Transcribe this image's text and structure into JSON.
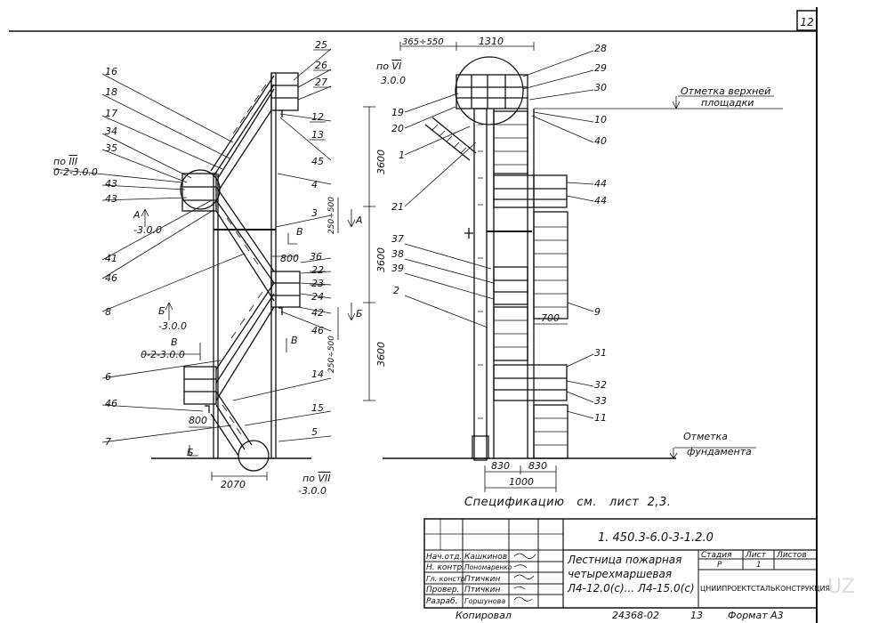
{
  "sheet": {
    "number": "12"
  },
  "callouts_left": [
    "16",
    "18",
    "17",
    "34",
    "35",
    "43",
    "43",
    "41",
    "46",
    "8",
    "6",
    "46",
    "7"
  ],
  "callouts_left_ref": {
    "po": "по",
    "sect": "III",
    "doc": "0-2-3.0.0"
  },
  "callouts_center": [
    "25",
    "26",
    "27",
    "12",
    "13",
    "45",
    "4",
    "3",
    "36",
    "22",
    "23",
    "24",
    "42",
    "46",
    "14",
    "15",
    "5"
  ],
  "callouts_right": [
    "28",
    "29",
    "30",
    "10",
    "40",
    "44",
    "44",
    "9",
    "31",
    "32",
    "33",
    "11"
  ],
  "callouts_mid": [
    "19",
    "20",
    "1",
    "21",
    "37",
    "38",
    "39",
    "2"
  ],
  "refs": {
    "po": "по",
    "r_vi": "VI",
    "r_vi_doc": "3.0.0",
    "r_vii": "VII",
    "r_vii_doc": "-3.0.0",
    "a_left": "А",
    "a_val": "-3.0.0",
    "b_left": "Б",
    "b_val": "-3.0.0",
    "v_left": "В",
    "v_doc": "0-2-3.0.0",
    "v_mark": "В",
    "a_mark": "А",
    "b_mark": "Б"
  },
  "dims": {
    "h1": "3600",
    "h2": "3600",
    "h3": "3600",
    "d250_500a": "250÷500",
    "d250_500b": "250÷500",
    "w800a": "800",
    "w800b": "800",
    "w2070": "2070",
    "w365_550": "365÷550",
    "w1310": "1310",
    "w700": "700",
    "w830a": "830",
    "w830b": "830",
    "w1000": "1000"
  },
  "marks": {
    "top_line1": "Отметка верхней",
    "top_line2": "площадки",
    "found_line1": "Отметка",
    "found_line2": "фундамента"
  },
  "spec_note": "Спецификацию   см.   лист  2,3.",
  "title_block": {
    "doc_code": "1. 450.3-6.0-3-1.2.0",
    "title_l1": "Лестница пожарная",
    "title_l2": "четырехмаршевая",
    "title_l3": "Л4-12.0(с)... Л4-15.0(с)",
    "h_stage": "Стадия",
    "h_sheet": "Лист",
    "h_sheets": "Листов",
    "stage": "Р",
    "sheet_no": "1",
    "org": "ЦНИИПРОЕКТСТАЛЬКОНСТРУКЦИЯ",
    "people": [
      {
        "role": "Нач.отд.",
        "name": "Кашкинов"
      },
      {
        "role": "Н. контр.",
        "name": "Пономаренко"
      },
      {
        "role": "Гл. констр",
        "name": "Птичкин"
      },
      {
        "role": "Провер.",
        "name": "Птичкин"
      },
      {
        "role": "Разраб.",
        "name": "Горшунова"
      }
    ]
  },
  "footer": {
    "copied": "Копировал",
    "inv": "24368-02",
    "num": "13",
    "format": "Формат А3"
  },
  "watermark": "UZ"
}
